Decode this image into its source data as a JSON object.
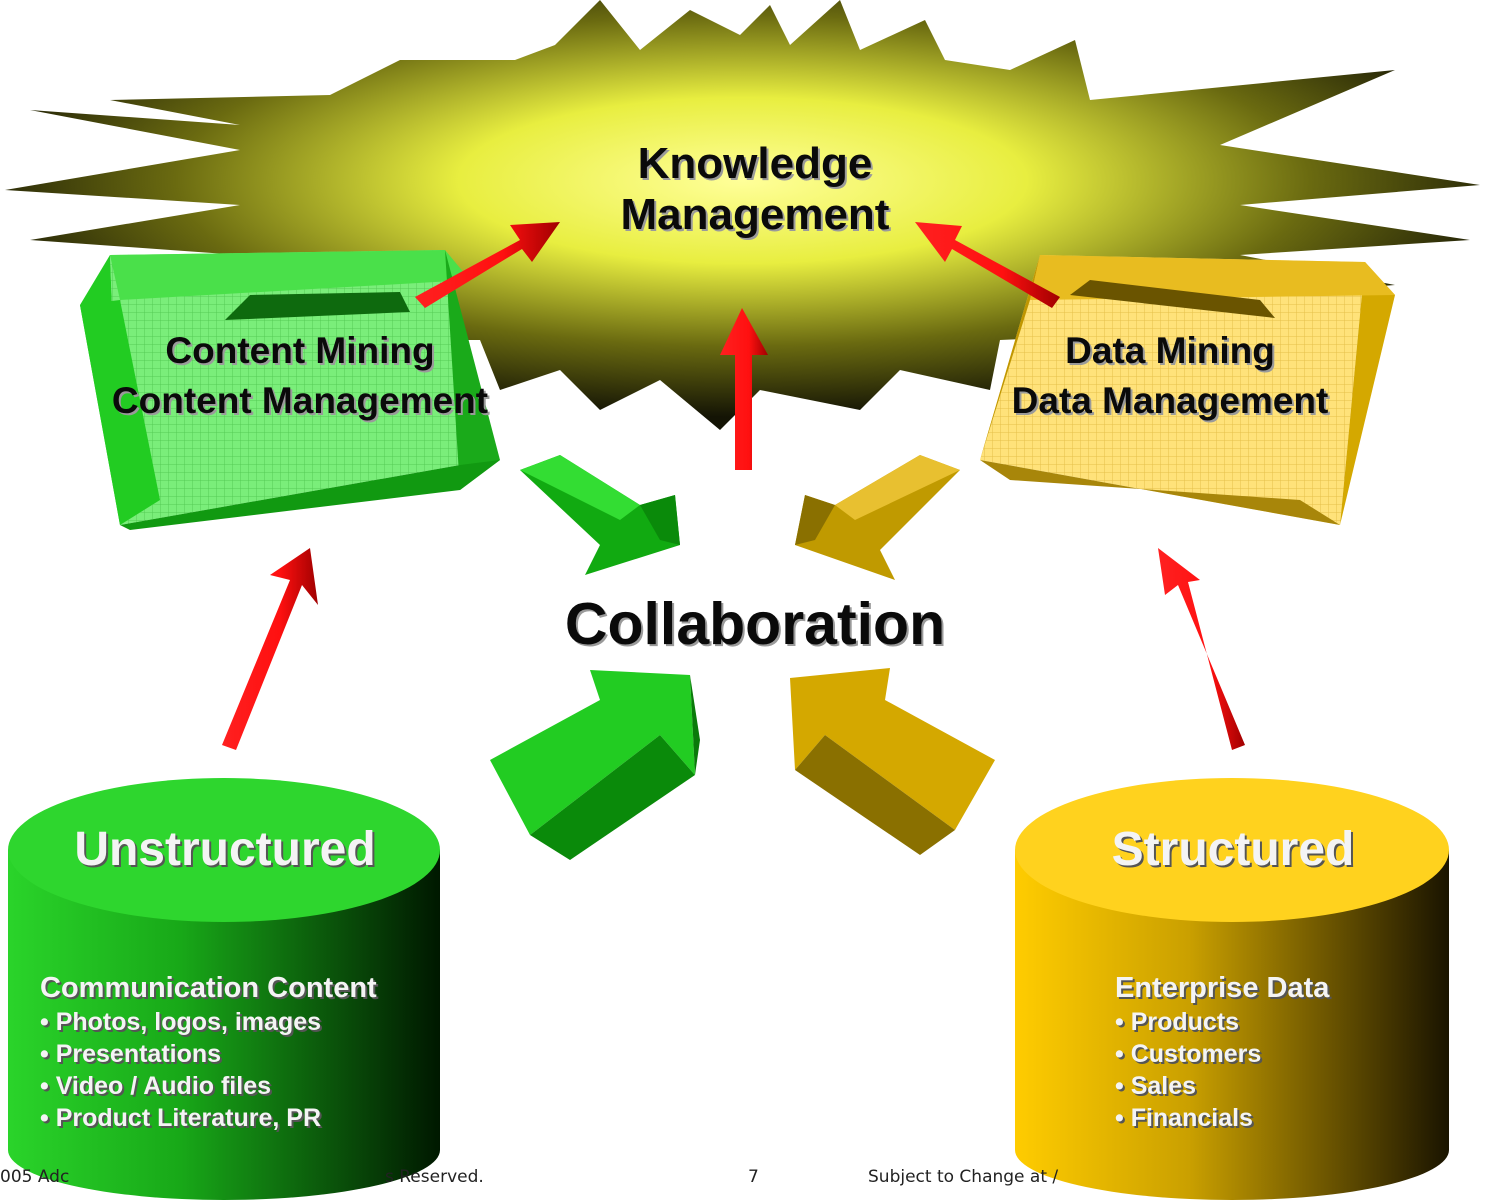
{
  "center": {
    "knowledge_line1": "Knowledge",
    "knowledge_line2": "Management",
    "collaboration": "Collaboration"
  },
  "content_box": {
    "line1": "Content Mining",
    "line2": "Content Management"
  },
  "data_box": {
    "line1": "Data Mining",
    "line2": "Data Management"
  },
  "unstructured": {
    "title": "Unstructured",
    "heading": "Communication Content",
    "items": [
      "• Photos, logos, images",
      "• Presentations",
      "• Video / Audio files",
      "• Product Literature, PR"
    ]
  },
  "structured": {
    "title": "Structured",
    "heading": "Enterprise Data",
    "items": [
      "• Products",
      "• Customers",
      "• Sales",
      "• Financials"
    ]
  },
  "footer": {
    "copyright": "005 Adc",
    "reserved": "s Reserved.",
    "page": "7",
    "notice": "Subject to Change at /"
  },
  "colors": {
    "green": "#22cc22",
    "gold": "#d4a800",
    "red_arrow": "#ff1a1a"
  }
}
